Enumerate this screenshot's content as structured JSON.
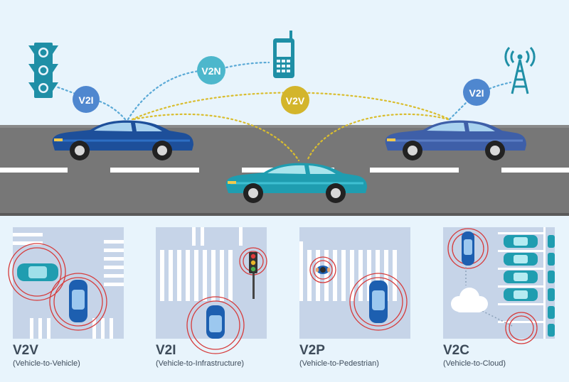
{
  "colors": {
    "background": "#e8f4fc",
    "road": "#777777",
    "road_edge": "#5a5a5a",
    "lane_mark": "#ffffff",
    "car_blue": "#1d4f9a",
    "car_blue_light": "#2d6fc4",
    "car_teal": "#1f9db0",
    "car_indigo": "#3e5fa8",
    "icon_teal": "#1f8fa6",
    "badge_blue": "#4f87cf",
    "badge_teal": "#4db7cc",
    "badge_yellow": "#d3b52b",
    "link_blue": "#5aa9d6",
    "link_yellow": "#d9bd2e",
    "ring_red": "#d63b3b",
    "panel_bg": "#c6d4e8",
    "title_text": "#3d4b5a"
  },
  "badges": {
    "v2i_left": "V2I",
    "v2n": "V2N",
    "v2v": "V2V",
    "v2i_right": "V2I"
  },
  "icons": {
    "traffic_light": "traffic-light-icon",
    "mobile_phone": "mobile-phone-icon",
    "cell_tower": "cell-tower-icon",
    "cloud": "cloud-icon",
    "pedestrian": "pedestrian-icon"
  },
  "panels": [
    {
      "title": "V2V",
      "subtitle": "(Vehicle-to-Vehicle)"
    },
    {
      "title": "V2I",
      "subtitle": "(Vehicle-to-Infrastructure)"
    },
    {
      "title": "V2P",
      "subtitle": "(Vehicle-to-Pedestrian)"
    },
    {
      "title": "V2C",
      "subtitle": "(Vehicle-to-Cloud)"
    }
  ]
}
